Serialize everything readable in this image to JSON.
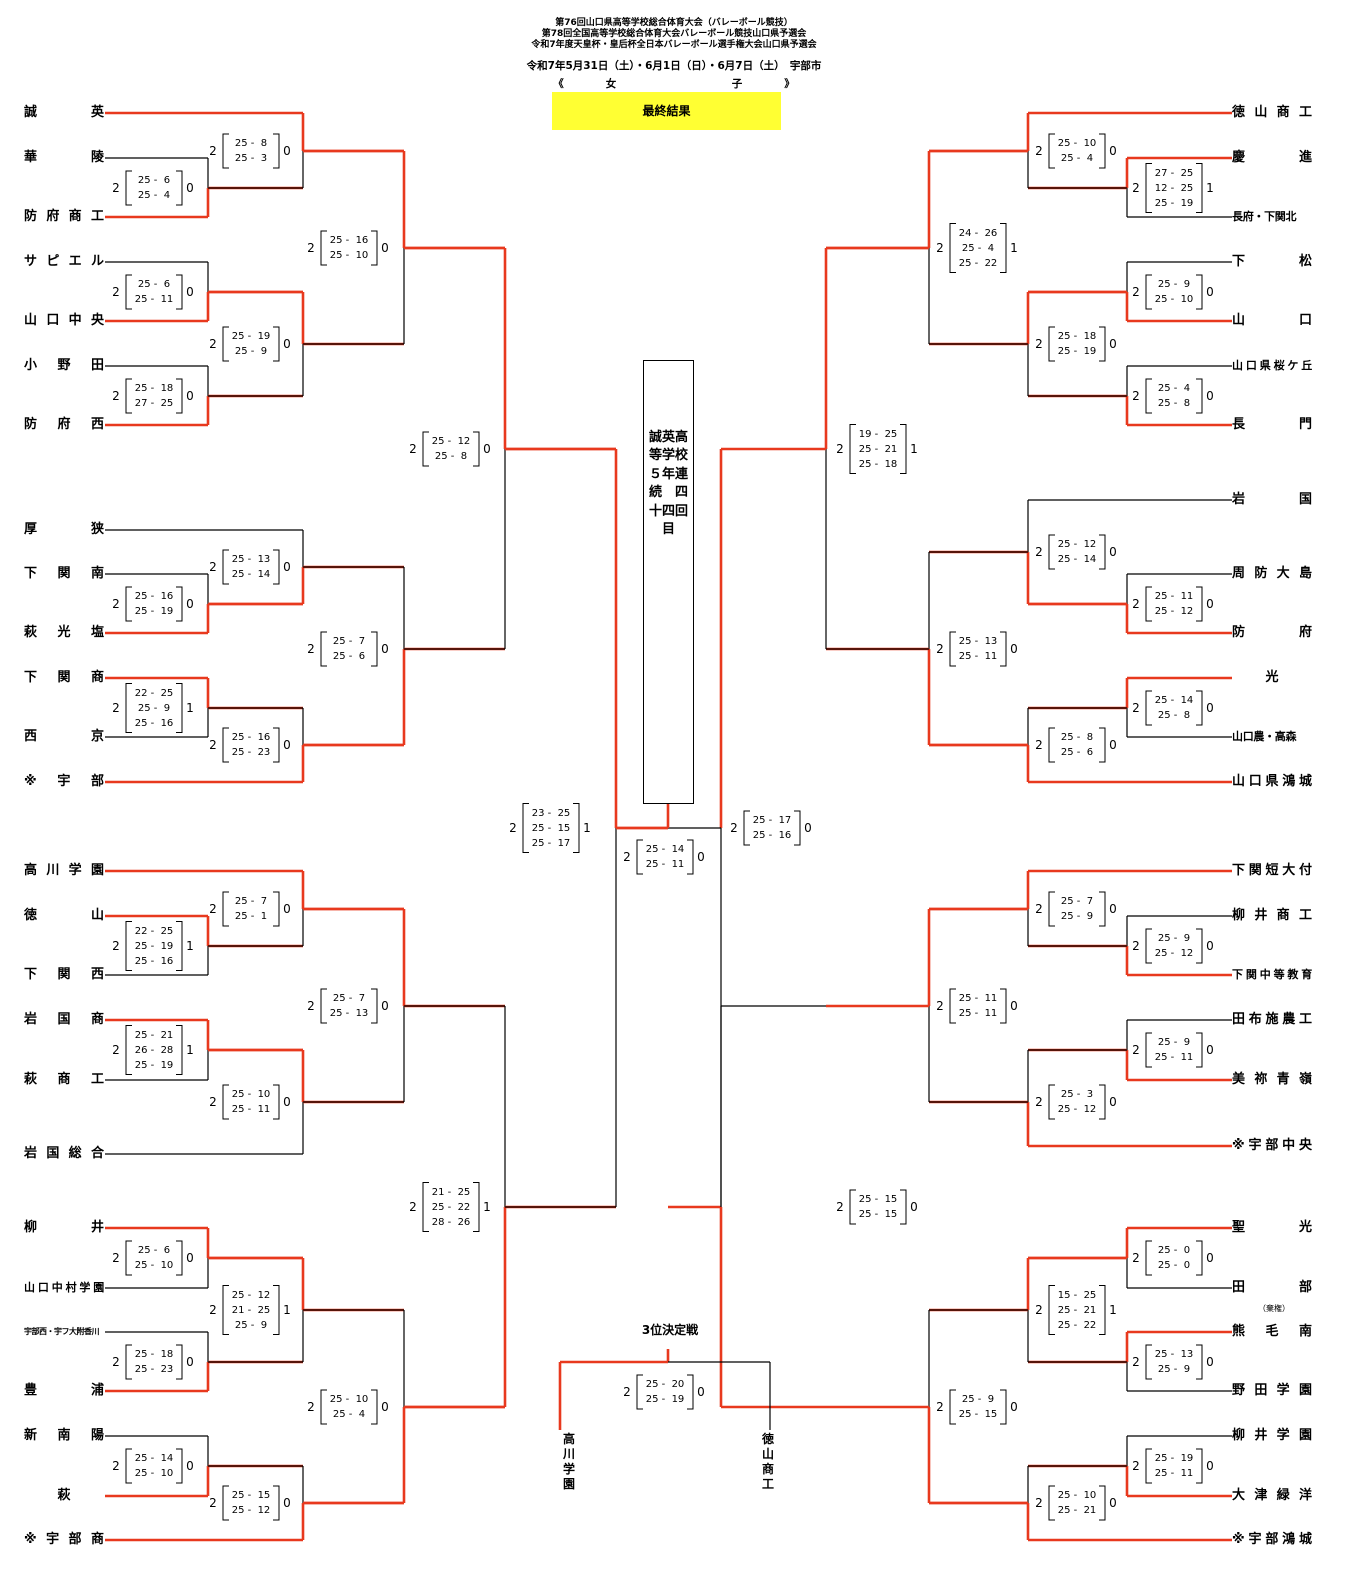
{
  "header": {
    "line1": "第76回山口県高等学校総合体育大会（バレーボール競技）",
    "line2": "第78回全国高等学校総合体育大会バレーボール競技山口県予選会",
    "line3": "令和7年度天皇杯・皇后杯全日本バレーボール選手権大会山口県予選会",
    "date": "令和7年5月31日（土）・6月1日（日）・6月7日（土）　宇部市",
    "division": "《　　　　女　　　　　　　　　　　子　　　　》",
    "final": "最終結果"
  },
  "champion_text": "誠英高等学校　５年連続　四十四回目",
  "third_place": {
    "label": "3位決定戦",
    "left": "高川学園",
    "right": "徳山商工",
    "scores": [
      "25 -  20",
      "25 -  19"
    ],
    "w": "2",
    "l": "0"
  },
  "forfeit_note": "（棄権）",
  "left_teams": [
    "誠　英",
    "華　陵",
    "防 府 商 工",
    "サ ピ エ ル",
    "山 口 中 央",
    "小 野 田",
    "防 府 西",
    "厚　狭",
    "下 関 南",
    "萩 光 塩",
    "下 関 商",
    "西　京",
    "※ 宇 部",
    "高 川 学 園",
    "徳　山",
    "下 関 西",
    "岩 国 商",
    "萩 商 工",
    "岩 国 総 合",
    "柳　井",
    "山口中村学園",
    "宇部西・宇フ大附香川",
    "豊　浦",
    "新 南 陽",
    "萩",
    "※ 宇 部 商"
  ],
  "right_teams": [
    "徳 山 商 工",
    "慶　進",
    "長府・下関北",
    "下　松",
    "山　口",
    "山口県桜ケ丘",
    "長　門",
    "岩　国",
    "周 防 大 島",
    "防　府",
    "光",
    "山口農・高森",
    "山口県鴻城",
    "下関短大付",
    "柳 井 商 工",
    "下関中等教育",
    "田布施農工",
    "美 祢 青 嶺",
    "※宇部中央",
    "聖　光",
    "田　部",
    "熊 毛 南",
    "野 田 学 園",
    "柳 井 学 園",
    "大 津 緑 洋",
    "※宇部鴻城"
  ],
  "matches": [
    {
      "id": "L1",
      "w": "2",
      "l": "0",
      "s": [
        "25 -  6",
        "25 -  4"
      ]
    },
    {
      "id": "L2",
      "w": "2",
      "l": "0",
      "s": [
        "25 -  8",
        "25 -  3"
      ]
    },
    {
      "id": "L3",
      "w": "2",
      "l": "0",
      "s": [
        "25 -  6",
        "25 -  11"
      ]
    },
    {
      "id": "L4",
      "w": "2",
      "l": "0",
      "s": [
        "25 -  18",
        "27 -  25"
      ]
    },
    {
      "id": "L5",
      "w": "2",
      "l": "0",
      "s": [
        "25 -  19",
        "25 -  9"
      ]
    },
    {
      "id": "L6",
      "w": "2",
      "l": "0",
      "s": [
        "25 -  16",
        "25 -  10"
      ]
    },
    {
      "id": "L7",
      "w": "2",
      "l": "0",
      "s": [
        "25 -  13",
        "25 -  14"
      ]
    },
    {
      "id": "L8",
      "w": "2",
      "l": "0",
      "s": [
        "25 -  16",
        "25 -  19"
      ]
    },
    {
      "id": "L9",
      "w": "2",
      "l": "1",
      "s": [
        "22 -  25",
        "25 -  9",
        "25 -  16"
      ]
    },
    {
      "id": "L10",
      "w": "2",
      "l": "0",
      "s": [
        "25 -  16",
        "25 -  23"
      ]
    },
    {
      "id": "L11",
      "w": "2",
      "l": "0",
      "s": [
        "25 -  7",
        "25 -  6"
      ]
    },
    {
      "id": "L12",
      "w": "2",
      "l": "0",
      "s": [
        "25 -  12",
        "25 -  8"
      ]
    },
    {
      "id": "L13",
      "w": "2",
      "l": "0",
      "s": [
        "25 -  7",
        "25 -  1"
      ]
    },
    {
      "id": "L14",
      "w": "2",
      "l": "1",
      "s": [
        "22 -  25",
        "25 -  19",
        "25 -  16"
      ]
    },
    {
      "id": "L15",
      "w": "2",
      "l": "1",
      "s": [
        "25 -  21",
        "26 -  28",
        "25 -  19"
      ]
    },
    {
      "id": "L16",
      "w": "2",
      "l": "0",
      "s": [
        "25 -  10",
        "25 -  11"
      ]
    },
    {
      "id": "L17",
      "w": "2",
      "l": "0",
      "s": [
        "25 -  7",
        "25 -  13"
      ]
    },
    {
      "id": "L18",
      "w": "2",
      "l": "0",
      "s": [
        "25 -  6",
        "25 -  10"
      ]
    },
    {
      "id": "L19",
      "w": "2",
      "l": "1",
      "s": [
        "25 -  12",
        "21 -  25",
        "25 -  9"
      ]
    },
    {
      "id": "L20",
      "w": "2",
      "l": "0",
      "s": [
        "25 -  18",
        "25 -  23"
      ]
    },
    {
      "id": "L21",
      "w": "2",
      "l": "0",
      "s": [
        "25 -  14",
        "25 -  10"
      ]
    },
    {
      "id": "L22",
      "w": "2",
      "l": "0",
      "s": [
        "25 -  15",
        "25 -  12"
      ]
    },
    {
      "id": "L23",
      "w": "2",
      "l": "0",
      "s": [
        "25 -  10",
        "25 -  4"
      ]
    },
    {
      "id": "L24",
      "w": "2",
      "l": "1",
      "s": [
        "21 -  25",
        "25 -  22",
        "28 -  26"
      ]
    },
    {
      "id": "L25",
      "w": "2",
      "l": "1",
      "s": [
        "23 -  25",
        "25 -  15",
        "25 -  17"
      ]
    },
    {
      "id": "R1",
      "w": "2",
      "l": "1",
      "s": [
        "27 -  25",
        "12 -  25",
        "25 -  19"
      ]
    },
    {
      "id": "R2",
      "w": "2",
      "l": "0",
      "s": [
        "25 -  10",
        "25 -  4"
      ]
    },
    {
      "id": "R3",
      "w": "2",
      "l": "0",
      "s": [
        "25 -  9",
        "25 -  10"
      ]
    },
    {
      "id": "R4",
      "w": "2",
      "l": "0",
      "s": [
        "25 -  4",
        "25 -  8"
      ]
    },
    {
      "id": "R5",
      "w": "2",
      "l": "0",
      "s": [
        "25 -  18",
        "25 -  19"
      ]
    },
    {
      "id": "R6",
      "w": "2",
      "l": "1",
      "s": [
        "24 -  26",
        "25 -  4",
        "25 -  22"
      ]
    },
    {
      "id": "R7",
      "w": "2",
      "l": "0",
      "s": [
        "25 -  11",
        "25 -  12"
      ]
    },
    {
      "id": "R8",
      "w": "2",
      "l": "0",
      "s": [
        "25 -  12",
        "25 -  14"
      ]
    },
    {
      "id": "R9",
      "w": "2",
      "l": "0",
      "s": [
        "25 -  14",
        "25 -  8"
      ]
    },
    {
      "id": "R10",
      "w": "2",
      "l": "0",
      "s": [
        "25 -  8",
        "25 -  6"
      ]
    },
    {
      "id": "R11",
      "w": "2",
      "l": "0",
      "s": [
        "25 -  13",
        "25 -  11"
      ]
    },
    {
      "id": "R12",
      "w": "2",
      "l": "1",
      "s": [
        "19 -  25",
        "25 -  21",
        "25 -  18"
      ]
    },
    {
      "id": "R13",
      "w": "2",
      "l": "0",
      "s": [
        "25 -  9",
        "25 -  12"
      ]
    },
    {
      "id": "R14",
      "w": "2",
      "l": "0",
      "s": [
        "25 -  7",
        "25 -  9"
      ]
    },
    {
      "id": "R15",
      "w": "2",
      "l": "0",
      "s": [
        "25 -  9",
        "25 -  11"
      ]
    },
    {
      "id": "R16",
      "w": "2",
      "l": "0",
      "s": [
        "25 -  3",
        "25 -  12"
      ]
    },
    {
      "id": "R17",
      "w": "2",
      "l": "0",
      "s": [
        "25 -  11",
        "25 -  11"
      ]
    },
    {
      "id": "R18",
      "w": "2",
      "l": "0",
      "s": [
        "25 -  0",
        "25 -  0"
      ]
    },
    {
      "id": "R19",
      "w": "2",
      "l": "0",
      "s": [
        "25 -  13",
        "25 -  9"
      ]
    },
    {
      "id": "R20",
      "w": "2",
      "l": "1",
      "s": [
        "15 -  25",
        "25 -  21",
        "25 -  22"
      ]
    },
    {
      "id": "R21",
      "w": "2",
      "l": "0",
      "s": [
        "25 -  19",
        "25 -  11"
      ]
    },
    {
      "id": "R22",
      "w": "2",
      "l": "0",
      "s": [
        "25 -  10",
        "25 -  21"
      ]
    },
    {
      "id": "R23",
      "w": "2",
      "l": "0",
      "s": [
        "25 -  9",
        "25 -  15"
      ]
    },
    {
      "id": "R24",
      "w": "2",
      "l": "0",
      "s": [
        "25 -  15",
        "25 -  15"
      ]
    },
    {
      "id": "R25",
      "w": "2",
      "l": "0",
      "s": [
        "25 -  17",
        "25 -  16"
      ]
    },
    {
      "id": "F",
      "w": "2",
      "l": "0",
      "s": [
        "25 -  14",
        "25 -  11"
      ]
    }
  ],
  "colors": {
    "win": "#e8391e",
    "lose": "#000000",
    "highlight": "#ffff33"
  }
}
